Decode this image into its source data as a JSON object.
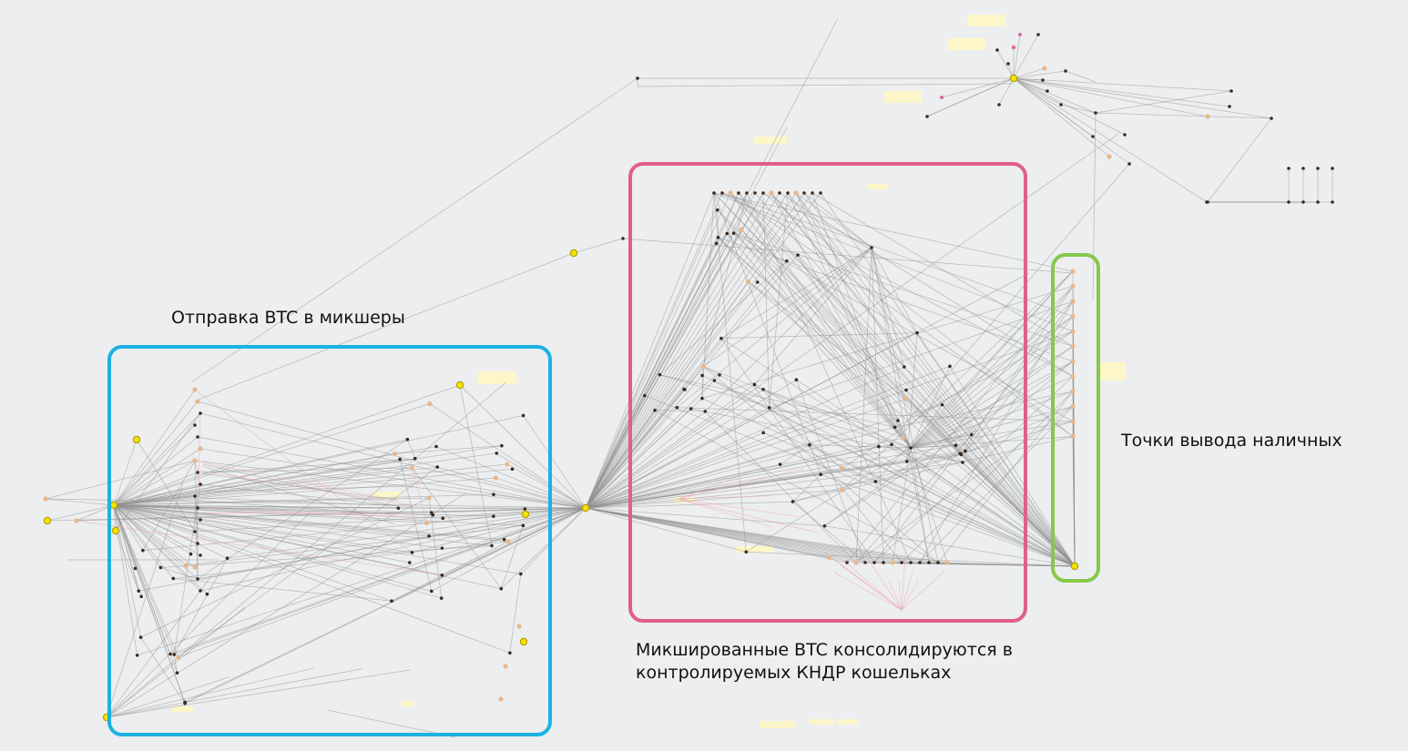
{
  "annotations": {
    "mixers": "Отправка BTC в микшеры",
    "consolidation_line1": "Микшированные BTC консолидируются в",
    "consolidation_line2": "контролируемых КНДР кошельках",
    "cashout": "Точки вывода наличных"
  },
  "colors": {
    "canvas": "#eceef0",
    "edge": "#8f8f8f",
    "edge_pink": "#f0a8b8",
    "node_dark": "#3c2a1a",
    "node_tan": "#e8b88a",
    "node_yellow": "#f2e600",
    "node_pink": "#e0609a",
    "label_pad": "#fdf6c8",
    "box_mixers": "#1bb2e3",
    "box_consolidation": "#df5f8c",
    "box_cashout": "#86c94a"
  }
}
